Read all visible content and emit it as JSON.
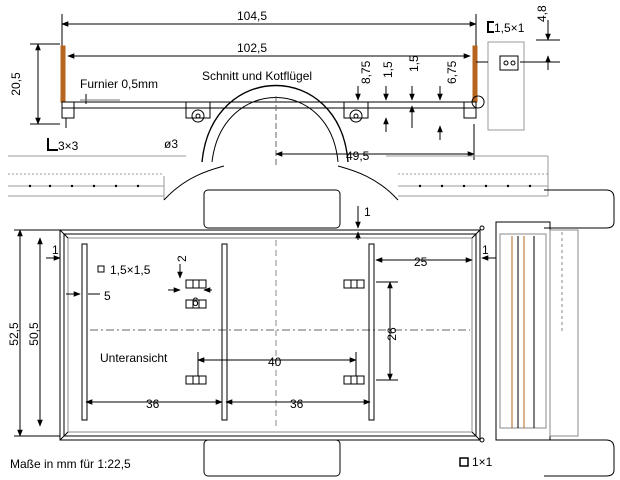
{
  "dimensions": {
    "top_total_width": "104,5",
    "top_inner_width": "102,5",
    "right_profile": "1,5×1",
    "right_small": "4,8",
    "height": "20,5",
    "veneer": "Furnier 0,5mm",
    "section_title": "Schnitt und Kotflügel",
    "v_8_75": "8,75",
    "v_1_5_a": "1,5",
    "v_1_5_b": "1,5",
    "v_6_75": "6,75",
    "angle": "3×3",
    "diameter": "ø3",
    "arch_width": "49,5",
    "gap_top": "1",
    "left_edge": "1",
    "square_small": "1,5×1,5",
    "v_2": "2",
    "spacing_6": "6",
    "left_5": "5",
    "right_25": "25",
    "right_1": "1",
    "height_52_5": "52,5",
    "height_50_5": "50,5",
    "height_26": "26",
    "bottom_view": "Unteransicht",
    "center_40": "40",
    "bay_36_left": "36",
    "bay_36_right": "36",
    "square_profile": "1×1",
    "scale_note": "Maße in mm für 1:22,5"
  },
  "colors": {
    "line": "#000000",
    "veneer": "#b5651d",
    "gray": "#9a9a9a",
    "dash": "#666666"
  }
}
